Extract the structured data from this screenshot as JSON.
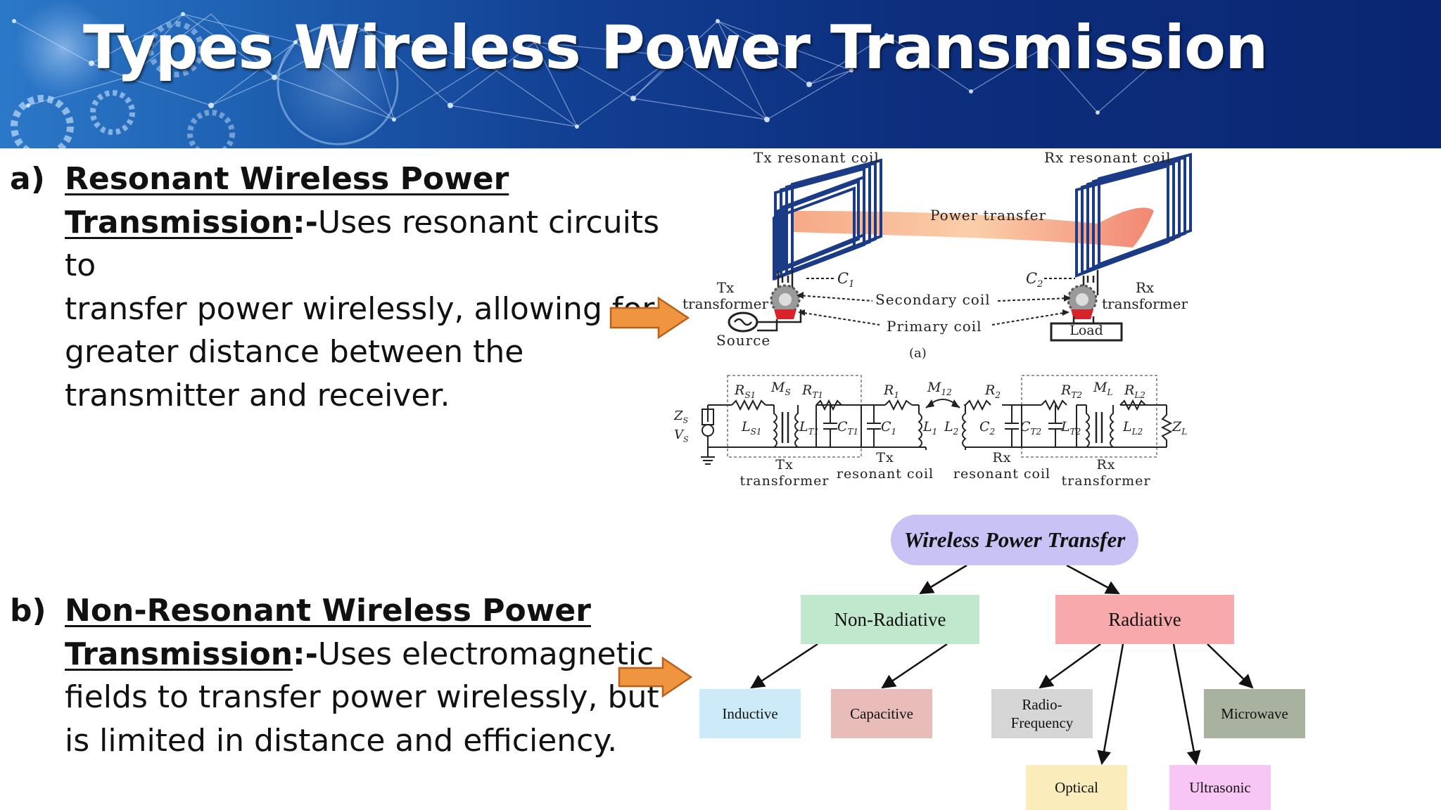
{
  "slide": {
    "title": "Types Wireless Power Transmission"
  },
  "section_a": {
    "marker": "a)",
    "heading_line1": "Resonant Wireless Power",
    "heading_line2": "Transmission",
    "separator": ":-",
    "line2_rest": "Uses resonant circuits to",
    "line3": "transfer power wirelessly, allowing for",
    "line4": "greater distance between the",
    "line5": "transmitter and receiver."
  },
  "section_b": {
    "marker": "b)",
    "heading_line1": "Non-Resonant Wireless Power",
    "heading_line2": "Transmission",
    "separator": ":-",
    "line2_rest": "Uses electromagnetic",
    "line3": "fields to transfer power wirelessly, but",
    "line4": "is limited in distance and efficiency."
  },
  "figure_a": {
    "tx_resonant_coil": "Tx resonant coil",
    "rx_resonant_coil": "Rx resonant coil",
    "power_transfer": "Power transfer",
    "c1": "C",
    "c1_sub": "1",
    "c2": "C",
    "c2_sub": "2",
    "tx_transformer_line1": "Tx",
    "tx_transformer_line2": "transformer",
    "rx_transformer_line1": "Rx",
    "rx_transformer_line2": "transformer",
    "secondary_coil": "Secondary coil",
    "primary_coil": "Primary coil",
    "source": "Source",
    "load": "Load",
    "caption": "(a)"
  },
  "circuit": {
    "labels": [
      "Z",
      "V",
      "R",
      "M",
      "R",
      "L",
      "L",
      "C",
      "C",
      "R",
      "M",
      "R",
      "L",
      "L",
      "C",
      "C",
      "R",
      "M",
      "R",
      "L",
      "L",
      "Z"
    ],
    "zs": "Z",
    "zs_sub": "S",
    "vs": "V",
    "vs_sub": "S",
    "rs1": "R",
    "rs1_sub": "S1",
    "ms": "M",
    "ms_sub": "S",
    "rt1": "R",
    "rt1_sub": "T1",
    "ls1": "L",
    "ls1_sub": "S1",
    "lt1": "L",
    "lt1_sub": "T1",
    "ct1": "C",
    "ct1_sub": "T1",
    "c1": "C",
    "c1_sub": "1",
    "r1": "R",
    "r1_sub": "1",
    "l1": "L",
    "l1_sub": "1",
    "m12": "M",
    "m12_sub": "12",
    "l2": "L",
    "l2_sub": "2",
    "r2": "R",
    "r2_sub": "2",
    "c2": "C",
    "c2_sub": "2",
    "ct2": "C",
    "ct2_sub": "T2",
    "lt2": "L",
    "lt2_sub": "T2",
    "rt2": "R",
    "rt2_sub": "T2",
    "ml": "M",
    "ml_sub": "L",
    "rl2": "R",
    "rl2_sub": "L2",
    "ll2": "L",
    "ll2_sub": "L2",
    "zl": "Z",
    "zl_sub": "L",
    "tx_transformer_line1": "Tx",
    "tx_transformer_line2": "transformer",
    "tx_coil_line1": "Tx",
    "tx_coil_line2": "resonant coil",
    "rx_coil_line1": "Rx",
    "rx_coil_line2": "resonant coil",
    "rx_transformer_line1": "Rx",
    "rx_transformer_line2": "transformer"
  },
  "tree": {
    "root": "Wireless Power Transfer",
    "non_radiative": "Non-Radiative",
    "radiative": "Radiative",
    "inductive": "Inductive",
    "capacitive": "Capacitive",
    "radio_line1": "Radio-",
    "radio_line2": "Frequency",
    "microwave": "Microwave",
    "optical": "Optical",
    "ultrasonic": "Ultrasonic",
    "colors": {
      "root": "#c9c3f5",
      "non_radiative": "#bfe8cd",
      "radiative": "#f8a9ac",
      "inductive": "#cdeaf8",
      "capacitive": "#e8bcb8",
      "radio": "#d6d6d6",
      "microwave": "#a9b29e",
      "optical": "#fbedbb",
      "ultrasonic": "#f7c6f4"
    }
  },
  "colors": {
    "arrow_fill": "#f0953f",
    "arrow_stroke": "#b8601c",
    "banner_dark": "#0a2672",
    "banner_light": "#2c78c8"
  }
}
